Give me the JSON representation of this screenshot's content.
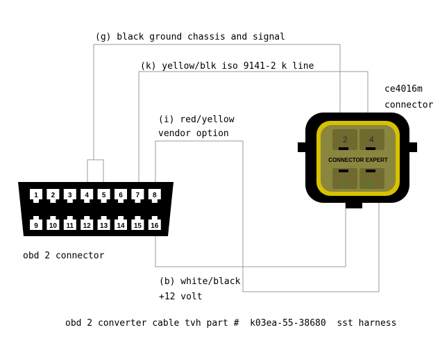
{
  "labels": {
    "ground": "(g) black ground chassis and signal",
    "kline": "(k) yellow/blk iso 9141-2 k line",
    "vendor_line1": "(i) red/yellow",
    "vendor_line2": "vendor option",
    "power_line1": "(b) white/black",
    "power_line2": "+12 volt",
    "obd_connector": "obd 2 connector",
    "ce_line1": "ce4016m",
    "ce_line2": "connector",
    "footer": "obd 2 converter cable tvh part #  k03ea-55-38680  sst harness"
  },
  "obd_pins_top": [
    "1",
    "2",
    "3",
    "4",
    "5",
    "6",
    "7",
    "8"
  ],
  "obd_pins_bottom": [
    "9",
    "10",
    "11",
    "12",
    "13",
    "14",
    "15",
    "16"
  ],
  "ce_pins": [
    "2",
    "4",
    "1",
    "3"
  ],
  "ce_brand": "CONNECTOR EXPERT",
  "colors": {
    "wire": "#9a9a9a",
    "connector_body": "#000000",
    "connector_seal": "#d6c200",
    "connector_inner": "#8a8640",
    "pin_green": "#3a8f3a"
  }
}
